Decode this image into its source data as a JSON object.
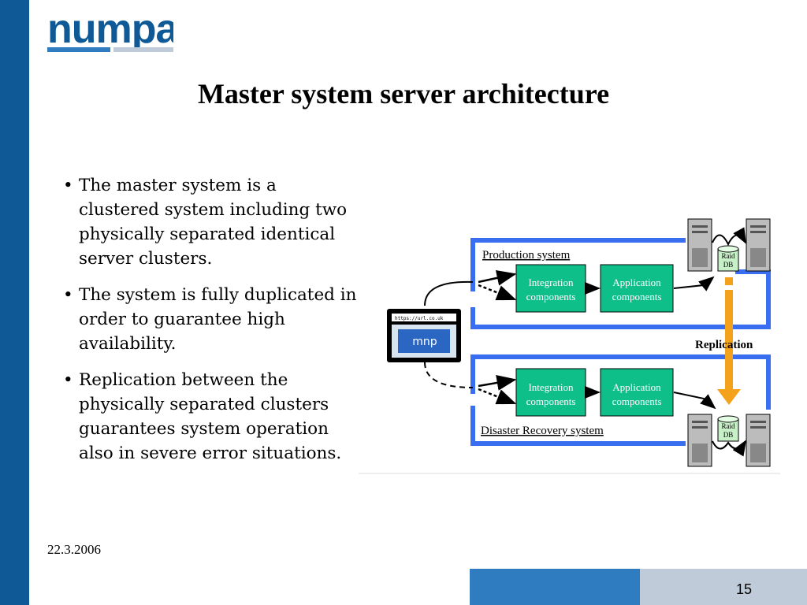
{
  "logo": {
    "text": "numpac",
    "icon": "numpac-logo"
  },
  "slide": {
    "title": "Master system server architecture",
    "bullets": [
      "The master system is a clustered system including two physically separated identical server clusters.",
      "The system is fully duplicated in order to guarantee high availability.",
      "Replication between the physically separated clusters guarantees system operation also in severe error situations."
    ],
    "date": "22.3.2006",
    "page_number": "15"
  },
  "diagram": {
    "production_label": "Production system",
    "dr_label": "Disaster Recovery system",
    "integration_label_1": "Integration",
    "integration_label_2": "components",
    "application_label_1": "Application",
    "application_label_2": "components",
    "db_label_1": "Raid",
    "db_label_2": "DB",
    "replication_label": "Replication",
    "browser_url": "https://url.co.uk",
    "browser_logo": "mnp",
    "colors": {
      "cluster_border": "#3a6ef0",
      "component_fill": "#0fbf8a",
      "replication_arrow": "#f4a11b",
      "db_fill": "#c8f0c8"
    }
  },
  "colors": {
    "left_bar": "#0f5a96",
    "footer_blue": "#2f7dc0",
    "footer_gray": "#bfcbd9"
  }
}
